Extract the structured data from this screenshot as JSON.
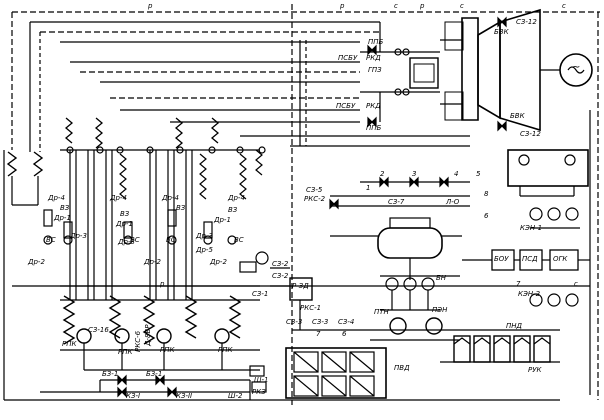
{
  "labels": {
    "ppb_top": "ППБ",
    "psbu_top": "ПСБУ",
    "rkd_top": "РКД",
    "gpz": "ГПЗ",
    "psbu_bot": "ПСБУ",
    "rkd_bot": "РКД",
    "ppb_bot": "ППБ",
    "bvk_top": "БВК",
    "sz12_top": "СЗ-12",
    "bvk_bot": "БВК",
    "sz12_bot": "СЗ-12",
    "dr4_a": "Др-4",
    "dr4_b": "Др-4",
    "dr4_c": "Др-4",
    "dr4_d": "Др-4",
    "vz_a": "ВЗ",
    "vz_b": "ВЗ",
    "vz_c": "ВЗ",
    "vz_d": "ВЗ",
    "dr1_a": "Др-1",
    "dr1_b": "Др-1",
    "dr1_c": "Др-1",
    "dr3_a": "Др-3",
    "dr3_b": "Др-3",
    "dr3_c": "Др-3",
    "vs_a": "ВС",
    "vs_b": "ВС",
    "vs_c": "ВС",
    "vs_d": "ВС",
    "dr2_a": "Др-2",
    "dr2_b": "Др-2",
    "dr2_c": "Др-2",
    "dr5": "Др-5",
    "sz5": "СЗ-5",
    "rks2": "РКС-2",
    "sz7": "СЗ-7",
    "ld": "Л-О",
    "sz2a": "СЗ-2",
    "sz2b": "СЗ-2",
    "sz1": "СЗ-1",
    "rzd": "Р-ЗД",
    "rks1": "РКС-1",
    "sz3": "СЗ-3",
    "sz3b": "СЗ-3",
    "sz4": "СЗ-4",
    "bn": "БН",
    "ptn": "ПТН",
    "pen": "ПЭН",
    "pvd": "ПВД",
    "pnd": "ПНД",
    "ruk": "РУК",
    "bou": "БОУ",
    "psd": "ПСД",
    "ogk": "ОГК",
    "ken1": "КЭН-1",
    "ken2": "КЭН-2",
    "rpk_1": "РПК",
    "rpk_2": "РПК",
    "rpk_3": "РПК",
    "rpk_4": "РПК",
    "sz16": "СЗ-16",
    "rks_vert": "РКС-6",
    "d8vr": "Д-8ВР",
    "b3_1a": "БЗ-1",
    "b3_1b": "БЗ-1",
    "kz1": "КЗ-I",
    "kz2": "КЗ-II",
    "sh1": "Ш-1",
    "sh2": "Ш-2",
    "rkz": "РКЗ",
    "n1": "1",
    "n2": "2",
    "n3": "3",
    "n4": "4",
    "n5": "5",
    "n6": "6",
    "n7": "7",
    "n8": "8",
    "n6b": "6",
    "n7b": "7",
    "p1": "р",
    "p2": "р",
    "p3": "р",
    "p4": "р",
    "c1": "с",
    "c2": "с",
    "c3": "с",
    "c4": "с",
    "tilde": "~"
  }
}
